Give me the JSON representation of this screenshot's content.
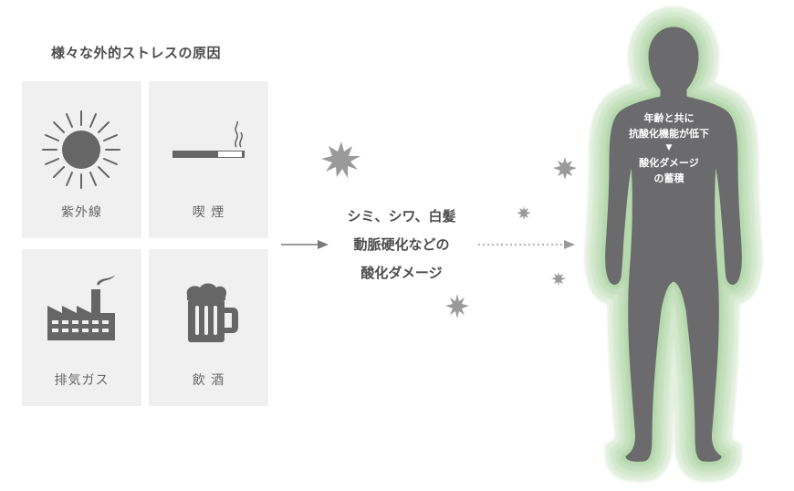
{
  "heading": "様々な外的ストレスの原因",
  "causes": [
    {
      "label": "紫外線",
      "icon": "sun-icon"
    },
    {
      "label": "喫 煙",
      "icon": "cigarette-icon"
    },
    {
      "label": "排気ガス",
      "icon": "factory-icon"
    },
    {
      "label": "飲 酒",
      "icon": "beer-mug-icon"
    }
  ],
  "effects": {
    "line1": "シミ、シワ、白髪",
    "line2": "動脈硬化などの",
    "line3": "酸化ダメージ"
  },
  "body": {
    "line1": "年齢と共に",
    "line2": "抗酸化機能が低下",
    "arrow": "▼",
    "line3": "酸化ダメージ",
    "line4": "の蓄積"
  },
  "colors": {
    "card_bg": "#f0f0f0",
    "icon": "#666666",
    "body": "#6b6b6d",
    "glow": "#c9e2c3",
    "burst": "#9a9a9a"
  }
}
